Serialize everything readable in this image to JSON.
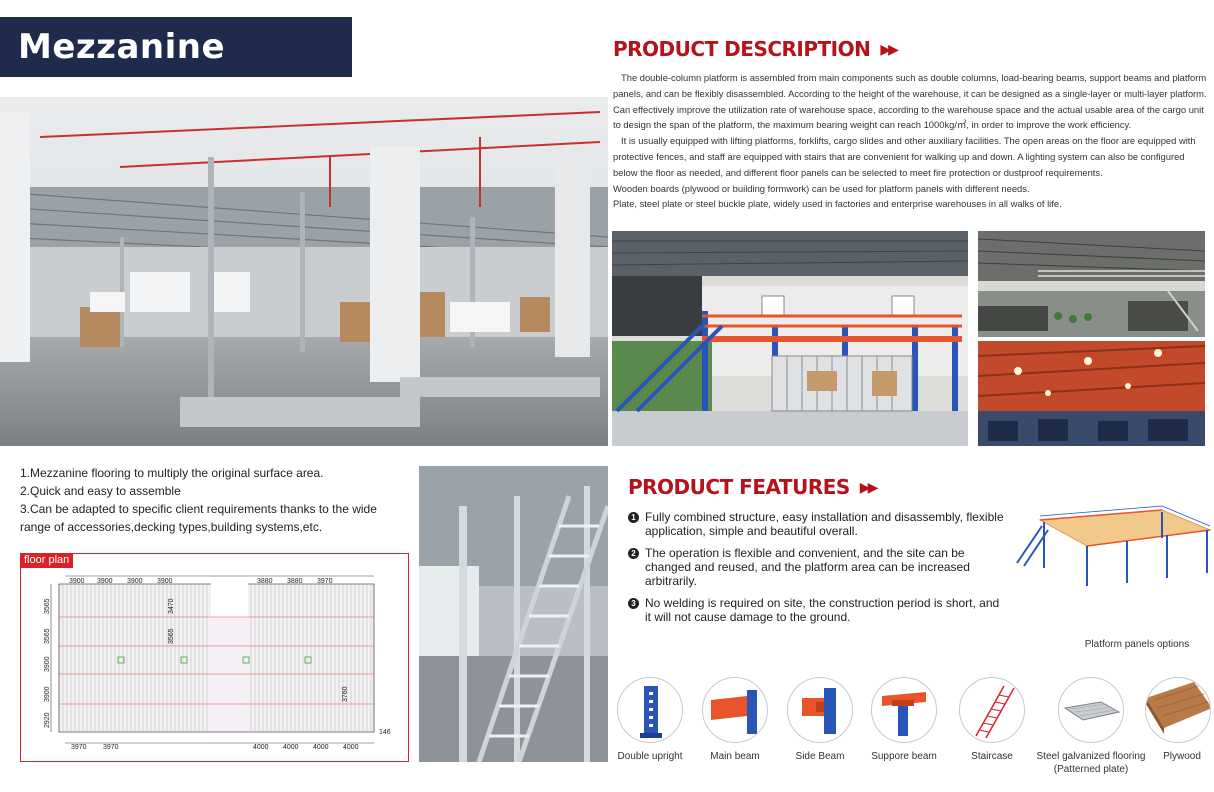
{
  "header": {
    "title": "Mezzanine Racking"
  },
  "description": {
    "heading": "PRODUCT DESCRIPTION",
    "arrows": "▶▶",
    "paragraphs": [
      "The double-column platform is assembled from main components such as double columns, load-bearing beams, support beams and platform panels, and can be flexibly disassembled. According to the height of the warehouse, it can be designed as a single-layer or multi-layer platform. Can effectively improve the utilization rate of warehouse space, according to the warehouse space and the actual usable area of the cargo unit to design the span of the platform, the maximum bearing weight can reach 1000kg/㎡, in order to improve the work efficiency.",
      "It is usually equipped with lifting platforms, forklifts, cargo slides and other auxiliary facilities. The open areas on the floor are equipped with protective fences, and staff are equipped with stairs that are convenient for walking up and down. A lighting system can also be configured below the floor as needed, and different floor panels can be selected to meet fire protection or dustproof requirements.",
      "Wooden boards (plywood or building formwork) can be used for platform panels with different needs.",
      "Plate, steel plate or steel buckle plate, widely used in factories and enterprise warehouses in all walks of life."
    ]
  },
  "points": [
    "1.Mezzanine flooring to multiply the original surface area.",
    "2.Quick and easy to assemble",
    "3.Can be adapted to specific client requirements thanks to the wide range of accessories,decking types,building systems,etc."
  ],
  "floor_plan": {
    "label": "floor plan",
    "top_dims": [
      "3900",
      "3900",
      "3900",
      "3900",
      "3880",
      "3880",
      "3970"
    ],
    "bottom_dims": [
      "3970",
      "3970",
      "4000",
      "4000",
      "4000",
      "4000"
    ],
    "left_dims": [
      "3565",
      "3565",
      "3900",
      "3900",
      "2920"
    ],
    "inner_dims": [
      "3470",
      "3565",
      "3760"
    ],
    "right_dim": "146"
  },
  "features": {
    "heading": "PRODUCT FEATURES",
    "arrows": "▶▶",
    "items": [
      {
        "num": "1",
        "text": "Fully combined structure, easy installation and disassembly, flexible application, simple and beautiful overall."
      },
      {
        "num": "2",
        "text": "The operation is flexible and convenient, and the site can be changed and reused, and the platform area can be increased arbitrarily."
      },
      {
        "num": "3",
        "text": "No welding is required on site, the construction period is short, and it will not cause damage to the ground."
      }
    ]
  },
  "options": {
    "title": "Platform panels options",
    "components": [
      {
        "label": "Double upright"
      },
      {
        "label": "Main beam"
      },
      {
        "label": "Side Beam"
      },
      {
        "label": "Suppore beam"
      },
      {
        "label": "Staircase"
      },
      {
        "label": "Steel galvanized flooring",
        "sub": "(Patterned plate)"
      },
      {
        "label": "Plywood"
      }
    ]
  },
  "colors": {
    "accent": "#b5121b",
    "navy": "#1f2b4d",
    "blue": "#2a55b8",
    "orange": "#e8542b"
  }
}
